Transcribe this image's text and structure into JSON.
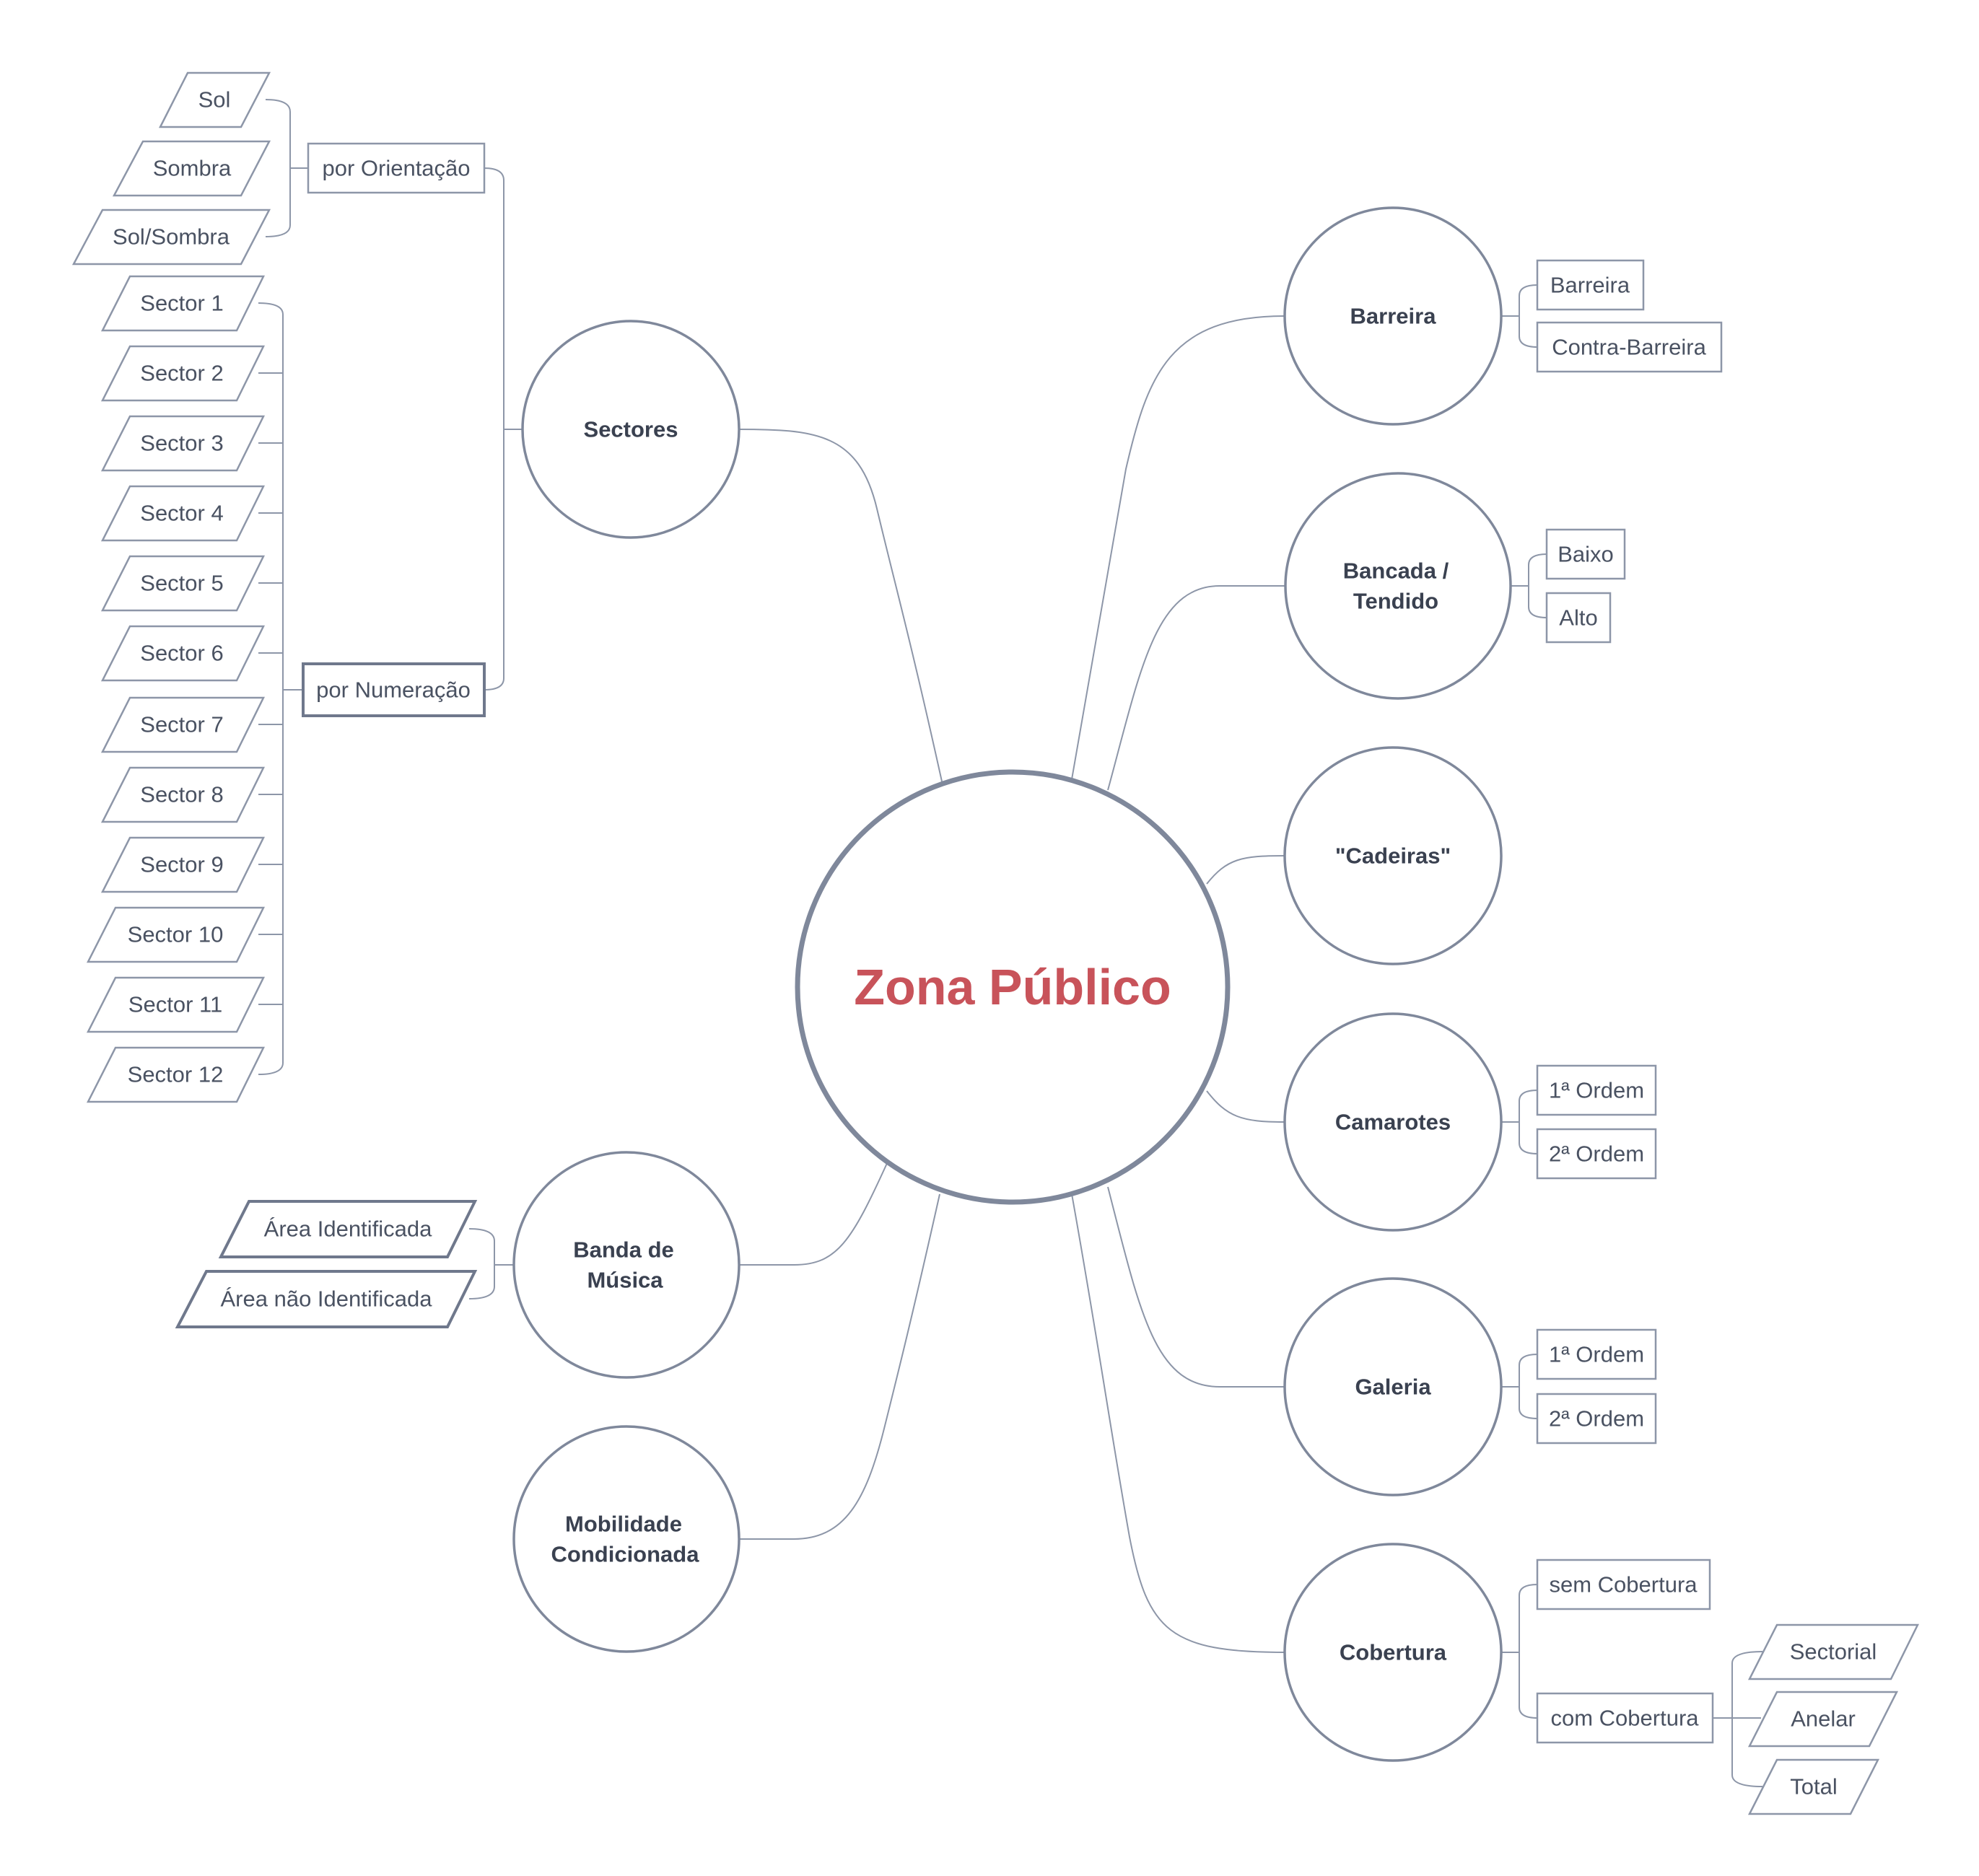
{
  "center": {
    "label": "Zona Público",
    "color": "#c8535a"
  },
  "main_nodes": {
    "sectores": "Sectores",
    "barreira": "Barreira",
    "bancada": [
      "Bancada /",
      "Tendido"
    ],
    "cadeiras": "\"Cadeiras\"",
    "camarotes": "Camarotes",
    "galeria": "Galeria",
    "cobertura": "Cobertura",
    "banda": [
      "Banda de",
      "Música"
    ],
    "mobilidade": [
      "Mobilidade",
      "Condicionada"
    ]
  },
  "sectores": {
    "por_orientacao": "por Orientação",
    "por_numeracao": "por Numeração",
    "orientacao": [
      "Sol",
      "Sombra",
      "Sol/Sombra"
    ],
    "numeracao": [
      "Sector 1",
      "Sector 2",
      "Sector 3",
      "Sector 4",
      "Sector 5",
      "Sector 6",
      "Sector 7",
      "Sector 8",
      "Sector 9",
      "Sector 10",
      "Sector 11",
      "Sector 12"
    ]
  },
  "barreira": [
    "Barreira",
    "Contra-Barreira"
  ],
  "bancada": [
    "Baixo",
    "Alto"
  ],
  "camarotes": [
    "1ª Ordem",
    "2ª Ordem"
  ],
  "galeria": [
    "1ª Ordem",
    "2ª Ordem"
  ],
  "cobertura": {
    "sem": "sem Cobertura",
    "com": "com Cobertura",
    "tipos": [
      "Sectorial",
      "Anelar",
      "Total"
    ]
  },
  "banda": [
    "Área Identificada",
    "Área não Identificada"
  ]
}
